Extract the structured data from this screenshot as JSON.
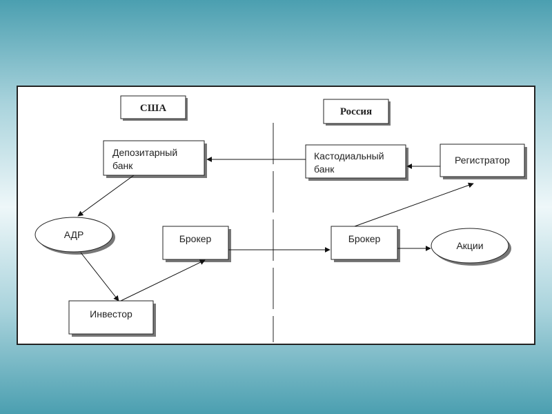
{
  "regions": {
    "usa": "США",
    "russia": "Россия"
  },
  "nodes": {
    "depositary_bank": [
      "Депозитарный",
      "банк"
    ],
    "custodial_bank": [
      "Кастодиальный",
      "банк"
    ],
    "registrar": "Регистратор",
    "adr": "АДР",
    "broker_usa": "Брокер",
    "broker_russia": "Брокер",
    "shares": "Акции",
    "investor": "Инвестор"
  }
}
